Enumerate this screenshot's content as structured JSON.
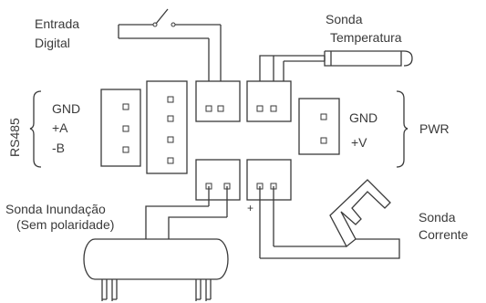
{
  "labels": {
    "digital_input": [
      "Entrada",
      "Digital"
    ],
    "temp_probe": [
      "Sonda",
      "Temperatura"
    ],
    "rs485": "RS485",
    "gnd_left": "GND",
    "a_plus": "+A",
    "b_minus": "-B",
    "gnd_right": "GND",
    "v_plus": "+V",
    "pwr": "PWR",
    "flood_probe": [
      "Sonda Inundação",
      "(Sem polaridade)"
    ],
    "current_probe": [
      "Sonda",
      "Corrente"
    ],
    "plus_marker": "+"
  }
}
